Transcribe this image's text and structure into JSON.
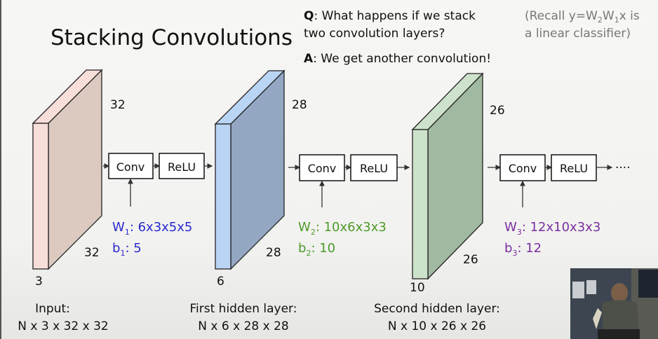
{
  "slide": {
    "title": "Stacking Convolutions",
    "question": {
      "prefix": "Q",
      "line1": ": What happens if we stack",
      "line2": "two convolution layers?"
    },
    "answer": {
      "prefix": "A",
      "text": ": We get another convolution!"
    },
    "recall": {
      "line1a": "(Recall y=W",
      "sub2": "2",
      "mid": "W",
      "sub1": "1",
      "line1b": "x is",
      "line2": "a linear classifier)"
    },
    "blocks": [
      {
        "conv": "Conv",
        "relu": "ReLU"
      },
      {
        "conv": "Conv",
        "relu": "ReLU"
      },
      {
        "conv": "Conv",
        "relu": "ReLU"
      }
    ],
    "ellipsis": "····",
    "volumes": [
      {
        "height": "32",
        "width": "32",
        "depth": "3",
        "name": "Input:",
        "shape": "N x 3 x 32 x 32",
        "color_front": "#f8ded8",
        "color_side": "#dccac1"
      },
      {
        "height": "28",
        "width": "28",
        "depth": "6",
        "name": "First hidden layer:",
        "shape": "N x 6 x 28 x 28",
        "color_front": "#bad4f4",
        "color_side": "#93a7c3"
      },
      {
        "height": "26",
        "width": "26",
        "depth": "10",
        "name": "Second hidden layer:",
        "shape": "N x 10 x 26 x 26",
        "color_front": "#cde2cb",
        "color_side": "#a0b9a0"
      }
    ],
    "params": [
      {
        "w": "W",
        "w_sub": "1",
        "w_val": ": 6x3x5x5",
        "b": "b",
        "b_sub": "1",
        "b_val": ": 5",
        "color": "#2a2ad0"
      },
      {
        "w": "W",
        "w_sub": "2",
        "w_val": ": 10x6x3x3",
        "b": "b",
        "b_sub": "2",
        "b_val": ": 10",
        "color": "#4e9a2a"
      },
      {
        "w": "W",
        "w_sub": "3",
        "w_val": ": 12x10x3x3",
        "b": "b",
        "b_sub": "3",
        "b_val": ": 12",
        "color": "#7a2fa0"
      }
    ]
  }
}
